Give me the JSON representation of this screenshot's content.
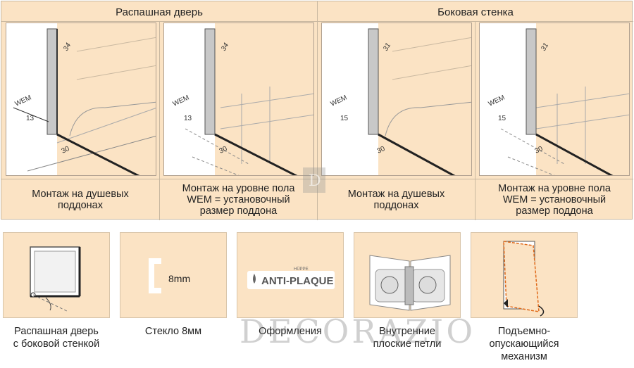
{
  "headers": {
    "left": "Распашная дверь",
    "right": "Боковая стенка"
  },
  "panels": [
    {
      "line1": "Монтаж на душевых",
      "line2": "поддонах",
      "line3": "",
      "dim_top": "34",
      "dim_side": "13",
      "dim_bottom": "30",
      "wem": "WEM"
    },
    {
      "line1": "Монтаж на уровне пола",
      "line2": "WEM = установочный",
      "line3": "размер поддона",
      "dim_top": "34",
      "dim_side": "13",
      "dim_bottom": "30",
      "wem": "WEM"
    },
    {
      "line1": "Монтаж на душевых",
      "line2": "поддонах",
      "line3": "",
      "dim_top": "31",
      "dim_side": "15",
      "dim_bottom": "30",
      "wem": "WEM"
    },
    {
      "line1": "Монтаж на уровне пола",
      "line2": "WEM = установочный",
      "line3": "размер поддона",
      "dim_top": "31",
      "dim_side": "15",
      "dim_bottom": "30",
      "wem": "WEM"
    }
  ],
  "features": [
    {
      "icon": "swing-door-side-wall-icon",
      "line1": "Распашная дверь",
      "line2": "с боковой стенкой"
    },
    {
      "icon": "glass-8mm-icon",
      "label": "8mm",
      "line1": "Стекло 8мм",
      "line2": ""
    },
    {
      "icon": "anti-plaque-logo",
      "brand": "HÜPPE",
      "label": "ANTI-PLAQUE",
      "line1": "Оформления",
      "line2": ""
    },
    {
      "icon": "flat-hinges-icon",
      "line1": "Внутренние",
      "line2": "плоские петли"
    },
    {
      "icon": "lift-lower-mechanism-icon",
      "line1": "Подъемно-",
      "line2": "опускающийся",
      "line3": "механизм"
    }
  ],
  "watermark": "DECORAZIO"
}
